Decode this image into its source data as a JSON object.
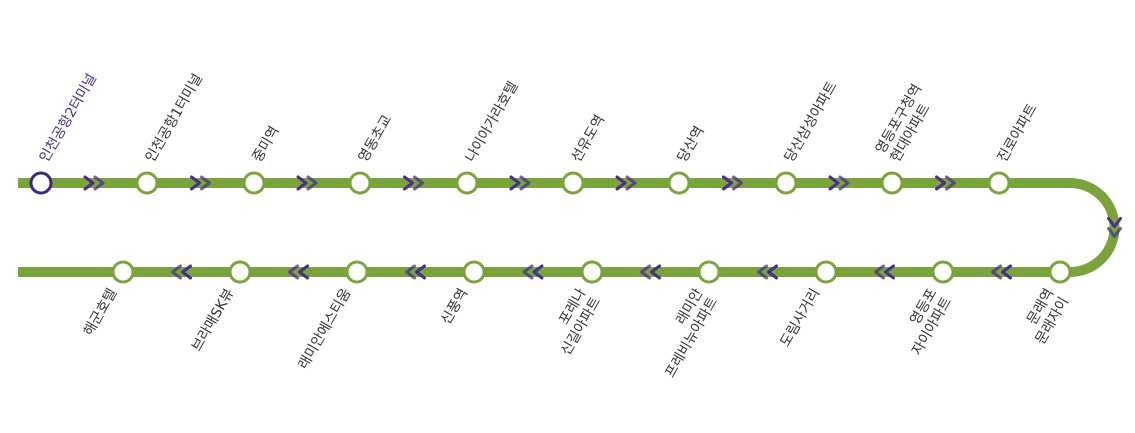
{
  "colors": {
    "line": "#7aa33c",
    "arrow": "#4b2c8f",
    "station_fill": "#ffffff",
    "current_station": "#3c2783",
    "label": "#333333",
    "current_label": "#4b2c8f"
  },
  "route": {
    "upper_stations": [
      {
        "lines": [
          "인천공항2터미널"
        ],
        "current": true
      },
      {
        "lines": [
          "인천공항1터미널"
        ]
      },
      {
        "lines": [
          "중미역"
        ]
      },
      {
        "lines": [
          "영동초교"
        ]
      },
      {
        "lines": [
          "나이아가라호텔"
        ]
      },
      {
        "lines": [
          "선유도역"
        ]
      },
      {
        "lines": [
          "당산역"
        ]
      },
      {
        "lines": [
          "당산삼성아파트"
        ]
      },
      {
        "lines": [
          "영등포구청역",
          "현대아파트"
        ]
      },
      {
        "lines": [
          "진로아파트"
        ]
      }
    ],
    "lower_stations": [
      {
        "lines": [
          "해군호텔"
        ]
      },
      {
        "lines": [
          "브라매SK뷰"
        ]
      },
      {
        "lines": [
          "래미안에스티움"
        ]
      },
      {
        "lines": [
          "신풍역"
        ]
      },
      {
        "lines": [
          "포레나",
          "신길아파트"
        ]
      },
      {
        "lines": [
          "래미안",
          "프레비뉴아파트"
        ]
      },
      {
        "lines": [
          "도림사거리"
        ]
      },
      {
        "lines": [
          "영등포",
          "자이아파트"
        ]
      },
      {
        "lines": [
          "문래역",
          "문래자이"
        ]
      }
    ]
  }
}
